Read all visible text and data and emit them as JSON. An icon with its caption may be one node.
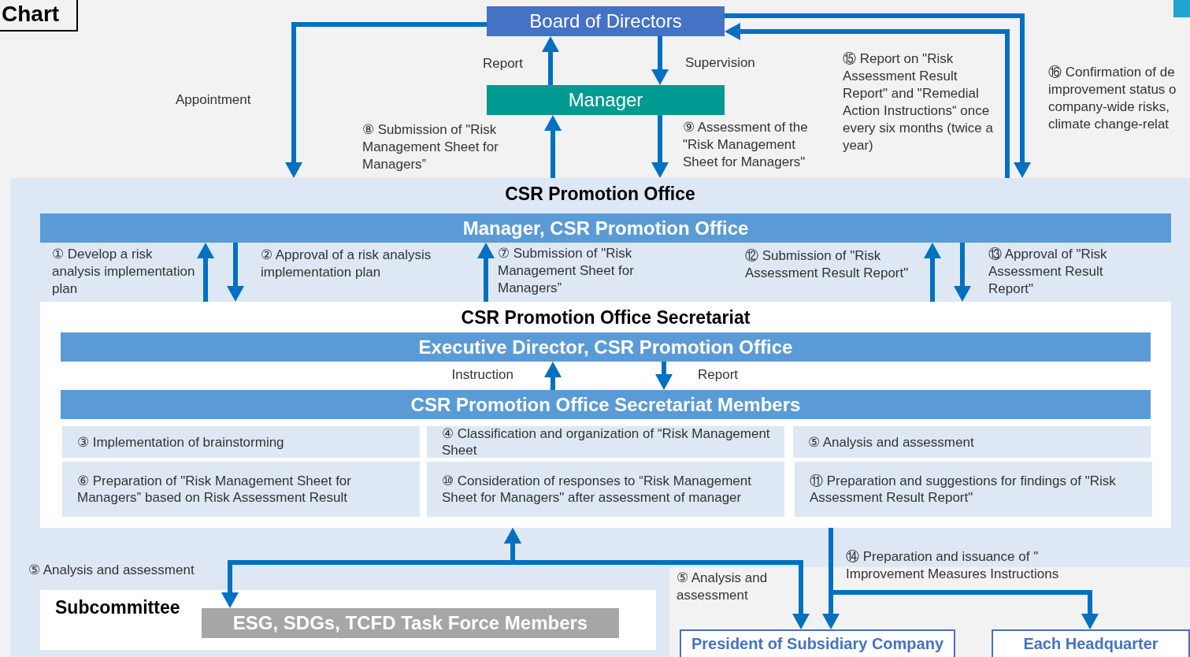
{
  "diagram": {
    "title": "Chart",
    "nodes": [
      {
        "text": [
          "Board of Directors"
        ]
      },
      {
        "text": [
          "Manager"
        ]
      },
      {
        "text": [
          "CSR Promotion Office"
        ]
      },
      {
        "text": [
          "Manager, CSR Promotion Office"
        ],
        "in": 2
      },
      {
        "text": [
          "CSR Promotion Office Secretariat"
        ],
        "in": 2
      },
      {
        "text": [
          "Executive Director, CSR Promotion Office"
        ],
        "in": 4
      },
      {
        "text": [
          "CSR Promotion Office Secretariat Members"
        ],
        "in": 4
      },
      {
        "text": [
          "③ Implementation of brainstorming"
        ],
        "in": 4
      },
      {
        "text": [
          "④ Classification and organization of “Risk Management Sheet"
        ],
        "in": 4
      },
      {
        "text": [
          "⑤ Analysis and assessment"
        ],
        "in": 4
      },
      {
        "text": [
          "⑥ Preparation of \"Risk Management Sheet for Managers” based on Risk Assessment Result"
        ],
        "in": 4
      },
      {
        "text": [
          "⑩ Consideration of responses to “Risk Management Sheet for Managers\" after assessment of manager"
        ],
        "in": 4
      },
      {
        "text": [
          "⑪ Preparation and suggestions for findings of \"Risk Assessment Result Report\""
        ],
        "in": 4
      },
      {
        "text": [
          "Subcommittee"
        ],
        "in": 2
      },
      {
        "text": [
          "ESG, SDGs, TCFD Task Force Members"
        ],
        "in": 13
      },
      {
        "text": [
          "President of Subsidiary Company"
        ]
      },
      {
        "text": [
          "Each Headquarter"
        ]
      }
    ],
    "edges": [
      {
        "from": 0,
        "to": 2,
        "arrow": "to",
        "label": "Appointment"
      },
      {
        "from": 1,
        "to": 0,
        "arrow": "to",
        "label": "Report"
      },
      {
        "from": 0,
        "to": 1,
        "arrow": "to",
        "label": "Supervision"
      },
      {
        "from": 2,
        "to": 1,
        "arrow": "to",
        "label": "⑧ Submission of \"Risk Management Sheet for Managers”"
      },
      {
        "from": 1,
        "to": 2,
        "arrow": "to",
        "label": "⑨ Assessment of the \"Risk Management Sheet for Managers\""
      },
      {
        "from": 2,
        "to": 0,
        "arrow": "to",
        "label": "⑮ Report on \"Risk Assessment Result Report\" and \"Remedial Action Instructions“ once every six months (twice a year)"
      },
      {
        "from": 0,
        "to": 2,
        "arrow": "to",
        "label": "⑯ Confirmation of de improvement status o company-wide risks, climate change-relat"
      },
      {
        "from": 4,
        "to": 3,
        "arrow": "to",
        "label": "① Develop a risk analysis implementation plan"
      },
      {
        "from": 3,
        "to": 4,
        "arrow": "to",
        "label": "② Approval of a risk analysis implementation plan"
      },
      {
        "from": 4,
        "to": 3,
        "arrow": "to",
        "label": "⑦ Submission of \"Risk Management Sheet for Managers”"
      },
      {
        "from": 4,
        "to": 3,
        "arrow": "to",
        "label": "⑫ Submission of \"Risk Assessment Result Report\""
      },
      {
        "from": 3,
        "to": 4,
        "arrow": "to",
        "label": "⑬ Approval of \"Risk Assessment Result Report\""
      },
      {
        "from": 6,
        "to": 5,
        "arrow": "to",
        "label": "Instruction"
      },
      {
        "from": 5,
        "to": 6,
        "arrow": "to",
        "label": "Report"
      },
      {
        "from": 4,
        "to": 14,
        "arrow": "both",
        "label": "⑤ Analysis and assessment"
      },
      {
        "from": 4,
        "to": 15,
        "arrow": "both",
        "label": "⑤ Analysis and assessment"
      },
      {
        "from": 4,
        "to": 15,
        "arrow": "to",
        "label": "⑭ Preparation and issuance of \" Improvement Measures Instructions"
      },
      {
        "from": 4,
        "to": 16,
        "arrow": "to"
      }
    ]
  }
}
